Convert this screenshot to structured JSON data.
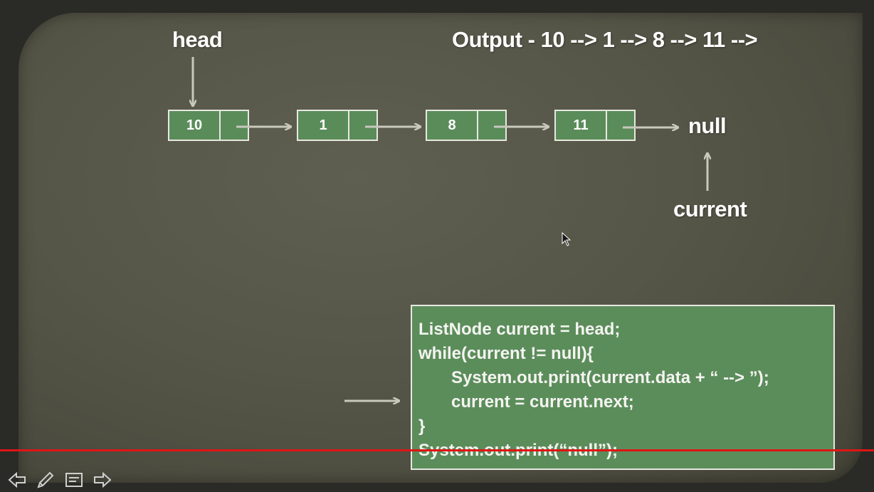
{
  "slide": {
    "head_label": "head",
    "output_text": "Output - 10 --> 1 --> 8 --> 11 -->",
    "null_label": "null",
    "current_label": "current",
    "nodes": [
      {
        "value": "10"
      },
      {
        "value": "1"
      },
      {
        "value": "8"
      },
      {
        "value": "11"
      }
    ],
    "code": [
      "ListNode current = head;",
      "while(current != null){",
      "System.out.print(current.data + “ --> ”);",
      "current = current.next;",
      "}",
      "System.out.print(“null”);"
    ]
  },
  "player": {
    "progress_color": "#e01515",
    "controls": [
      "previous-icon",
      "pen-icon",
      "notes-icon",
      "next-icon"
    ]
  },
  "colors": {
    "node_fill": "#5a8c5a",
    "code_fill": "#5b8d5b",
    "slide_bg": "#565648"
  }
}
